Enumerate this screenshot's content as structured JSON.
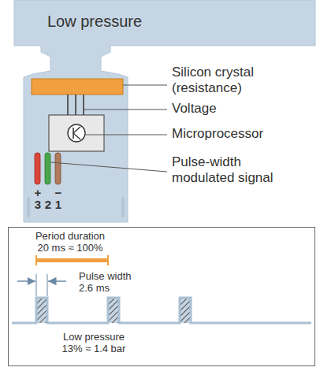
{
  "diagram": {
    "nodes": [
      {
        "text": [
          "Low pressure"
        ]
      },
      {
        "text": [
          "Period duration 20 ms ≈ 100%",
          "Pulse width 2.6 ms",
          "Low pressure 13% ≈ 1.4 bar"
        ]
      }
    ],
    "labels": [
      "Silicon crystal (resistance)",
      "Voltage",
      "Microprocessor",
      "Pulse-width modulated signal",
      "+",
      "−",
      "3",
      "2",
      "1"
    ]
  }
}
